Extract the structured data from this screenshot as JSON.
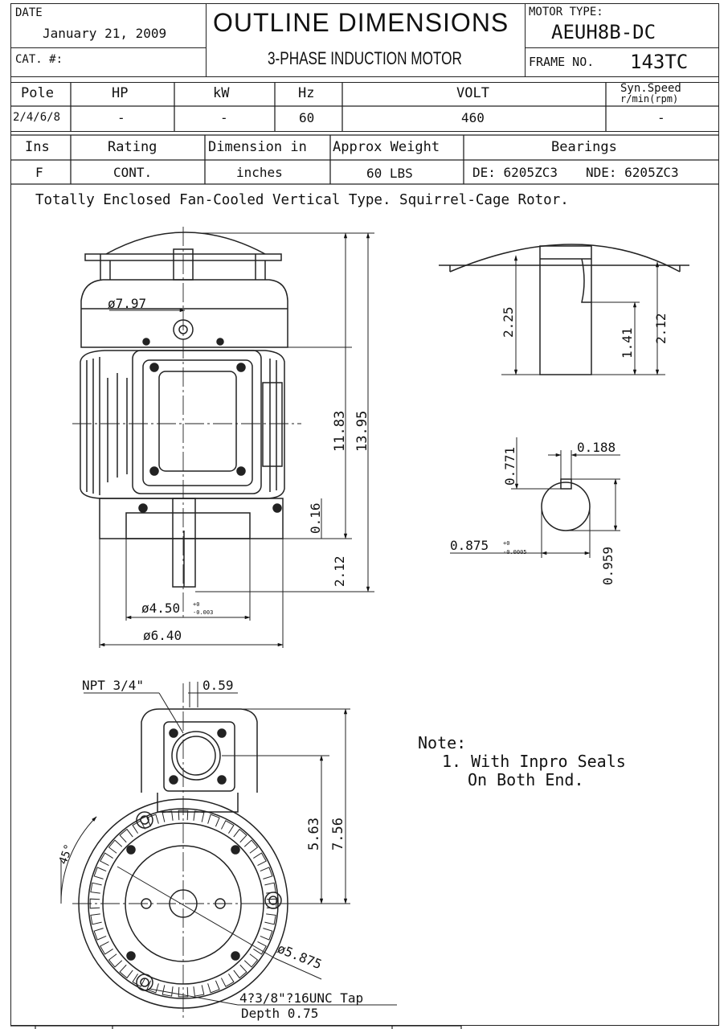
{
  "header": {
    "date_label": "DATE",
    "date_value": "January 21, 2009",
    "cat_label": "CAT. #:",
    "title": "OUTLINE DIMENSIONS",
    "subtitle": "3-PHASE INDUCTION MOTOR",
    "motor_type_label": "MOTOR TYPE:",
    "motor_type_value": "AEUH8B-DC",
    "frame_label": "FRAME NO.",
    "frame_value": "143TC"
  },
  "specs1": {
    "headers": [
      "Pole",
      "HP",
      "kW",
      "Hz",
      "VOLT",
      "Syn.Speed",
      "r/min(rpm)"
    ],
    "values": [
      "2/4/6/8",
      "-",
      "-",
      "60",
      "460",
      "-"
    ]
  },
  "specs2": {
    "headers": [
      "Ins",
      "Rating",
      "Dimension in",
      "Approx Weight",
      "Bearings"
    ],
    "values": [
      "F",
      "CONT.",
      "inches",
      "60 LBS",
      "DE: 6205ZC3",
      "NDE: 6205ZC3"
    ]
  },
  "description": "Totally Enclosed Fan-Cooled Vertical Type. Squirrel-Cage Rotor.",
  "dimensions": {
    "fan_cover_dia": "ø7.97",
    "overall_height_a": "11.83",
    "overall_height_b": "13.95",
    "flange_thickness": "0.16",
    "shaft_length": "2.12",
    "pilot_dia": "ø4.50",
    "pilot_tol_top": "+0",
    "pilot_tol_bottom": "-0.003",
    "flange_dia": "ø6.40",
    "cap_height": "2.25",
    "cap_inner": "1.41",
    "cap_right": "2.12",
    "key_width": "0.188",
    "key_depth": "0.771",
    "shaft_dia": "0.875",
    "shaft_tol_top": "+0",
    "shaft_tol_bottom": "-0.0005",
    "shaft_height": "0.959",
    "conduit": "NPT 3/4\"",
    "conduit_offset": "0.59",
    "box_height_a": "5.63",
    "box_height_b": "7.56",
    "bolt_angle": "45°",
    "bolt_circle": "ø5.875",
    "tap_line1": "4?3/8\"?16UNC Tap",
    "tap_line2": "Depth 0.75"
  },
  "notes": {
    "title": "Note:",
    "line1": "1. With Inpro Seals",
    "line2": "On Both End."
  }
}
